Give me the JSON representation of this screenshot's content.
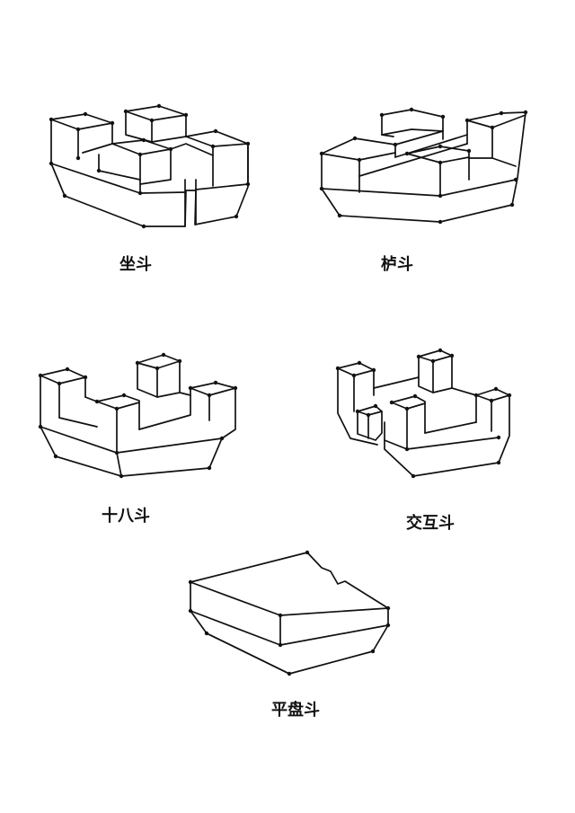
{
  "figures": [
    {
      "id": "zuo-dou",
      "label": "坐斗"
    },
    {
      "id": "lu-dou",
      "label": "栌斗"
    },
    {
      "id": "shiba-dou",
      "label": "十八斗"
    },
    {
      "id": "jiaohu-dou",
      "label": "交互斗"
    },
    {
      "id": "pingpan-dou",
      "label": "平盘斗"
    }
  ],
  "colors": {
    "ink": "#111111",
    "paper": "#ffffff"
  }
}
